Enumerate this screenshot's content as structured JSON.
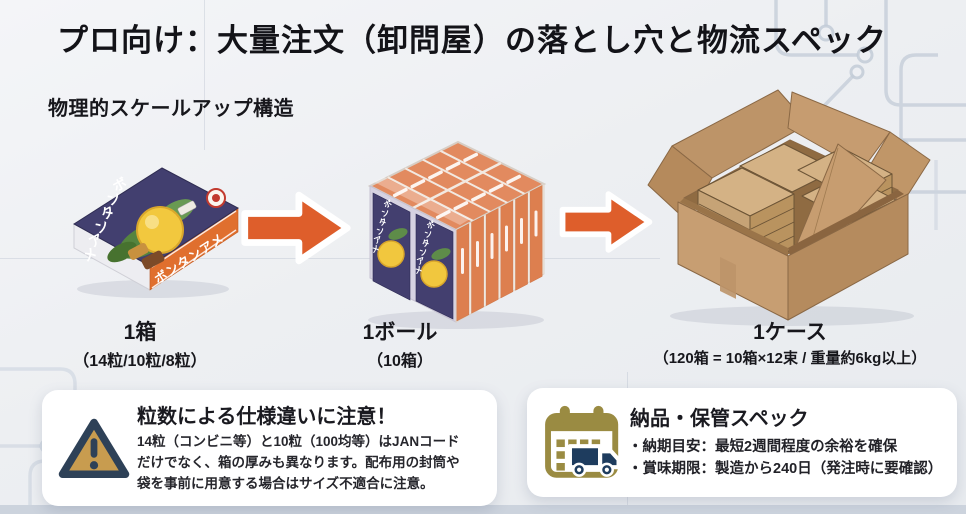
{
  "title": "プロ向け：大量注文（卸問屋）の落とし穴と物流スペック",
  "subtitle": "物理的スケールアップ構造",
  "flow": {
    "product_name": "ボンタンアメ",
    "items": [
      {
        "label": "1箱",
        "sublabel": "（14粒/10粒/8粒）"
      },
      {
        "label": "1ボール",
        "sublabel": "（10箱）"
      },
      {
        "label": "1ケース",
        "sublabel": "（120箱 = 10箱×12束 / 重量約6kg以上）"
      }
    ]
  },
  "warning_panel": {
    "title": "粒数による仕様違いに注意！",
    "body": "14粒（コンビニ等）と10粒（100均等）はJANコード\nだけでなく、箱の厚みも異なります。配布用の封筒や\n袋を事前に用意する場合はサイズ不適合に注意。"
  },
  "spec_panel": {
    "title": "納品・保管スペック",
    "items": [
      "・納期目安：最短2週間程度の余裕を確保",
      "・賞味期限：製造から240日（発注時に要確認）"
    ]
  },
  "colors": {
    "arrow_orange": "#DE5E2B",
    "warning_gold": "#C89C4F",
    "icon_navy": "#2E4157",
    "calendar_olive": "#9A8B42",
    "truck_navy": "#1E3C5E",
    "cardboard_tan": "#C79E72",
    "box_navy": "#423F6F",
    "box_orange": "#E06F2E",
    "bundle_salmon": "#E28A5F"
  }
}
